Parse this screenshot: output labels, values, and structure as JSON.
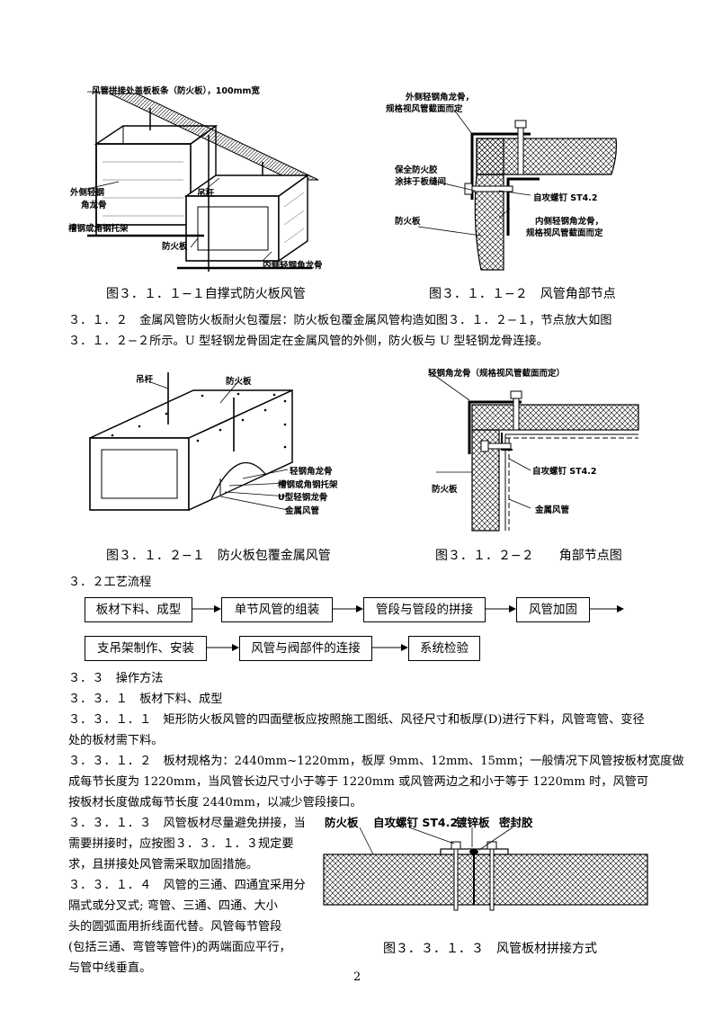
{
  "figures": {
    "f1": {
      "caption": "图３．１．１−１自撑式防火板风管",
      "labels": {
        "l1": "风管拼接处盖板板条（防火板），100mm宽",
        "l2": "外侧轻钢",
        "l3": "角龙骨",
        "l4": "吊杆",
        "l5": "槽钢或角钢托架",
        "l6": "防火板",
        "l7": "内侧轻钢角龙骨"
      }
    },
    "f2": {
      "caption": "图３．１．１−２　风管角部节点",
      "labels": {
        "l1": "外侧轻钢角龙骨，",
        "l2": "规格视风管截面而定",
        "l3": "保全防火胶",
        "l4": "涂抹于板缝间",
        "l5": "自攻螺钉 ST4.2",
        "l6": "防火板",
        "l7": "内侧轻钢角龙骨，",
        "l8": "规格视风管截面而定"
      }
    },
    "f3": {
      "caption": "图３．１．２−１　防火板包覆金属风管",
      "labels": {
        "l1": "吊杆",
        "l2": "防火板",
        "l3": "轻钢角龙骨",
        "l4": "槽钢或角钢托架",
        "l5": "U型轻钢龙骨",
        "l6": "金属风管"
      }
    },
    "f4": {
      "caption": "图３．１．２−２　　角部节点图",
      "labels": {
        "l1": "轻钢角龙骨（规格视风管截面而定）",
        "l2": "防火板",
        "l3": "自攻螺钉 ST4.2",
        "l4": "金属风管"
      }
    },
    "f5": {
      "caption": "图３．３．１．３　风管板材拼接方式",
      "labels": {
        "l1": "防火板",
        "l2": "自攻螺钉 ST4.2",
        "l3": "镀锌板",
        "l4": "密封胶"
      }
    }
  },
  "text": {
    "p312a": "３．１．２　金属风管防火板耐火包覆层：防火板包覆金属风管构造如图３．１．２−１，节点放大如图",
    "p312b": "３．１．２−２所示。U 型轻钢龙骨固定在金属风管的外侧，防火板与 U 型轻钢龙骨连接。",
    "h32": "３．２工艺流程",
    "h33": "３．３　操作方法",
    "h331": "３．３．１　板材下料、成型",
    "p3311a": "３．３．１．１　矩形防火板风管的四面壁板应按照施工图纸、风径尺寸和板厚(D)进行下料，风管弯管、变径",
    "p3311b": "处的板材需下料。",
    "p3312a": "３．３．１．２　板材规格为：2440mm~1220mm，板厚 9mm、12mm、15mm；一般情况下风管按板材宽度做",
    "p3312b": "成每节长度为 1220mm，当风管长边尺寸小于等于 1220mm 或风管两边之和小于等于 1220mm 时，风管可",
    "p3312c": "按板材长度做成每节长度 2440mm，以减少管段接口。",
    "p3313a": "３．３．１．３　风管板材尽量避免拼接，当",
    "p3313b": "需要拼接时，应按图３．３．１．３规定要",
    "p3313c": "求，且拼接处风管需采取加固措施。",
    "p3314a": "３．３．１．４　风管的三通、四通宜采用分",
    "p3314b": "隔式或分叉式; 弯管、三通、四通、大小",
    "p3314c": "头的圆弧面用折线面代替。风管每节管段",
    "p3314d": "(包括三通、弯管等管件)的两端面应平行，",
    "p3314e": "与管中线垂直。"
  },
  "flow": {
    "row1": [
      "板材下料、成型",
      "单节风管的组装",
      "管段与管段的拼接",
      "风管加固"
    ],
    "row2": [
      "支吊架制作、安装",
      "风管与阀部件的连接",
      "系统检验"
    ]
  },
  "page_number": "2"
}
